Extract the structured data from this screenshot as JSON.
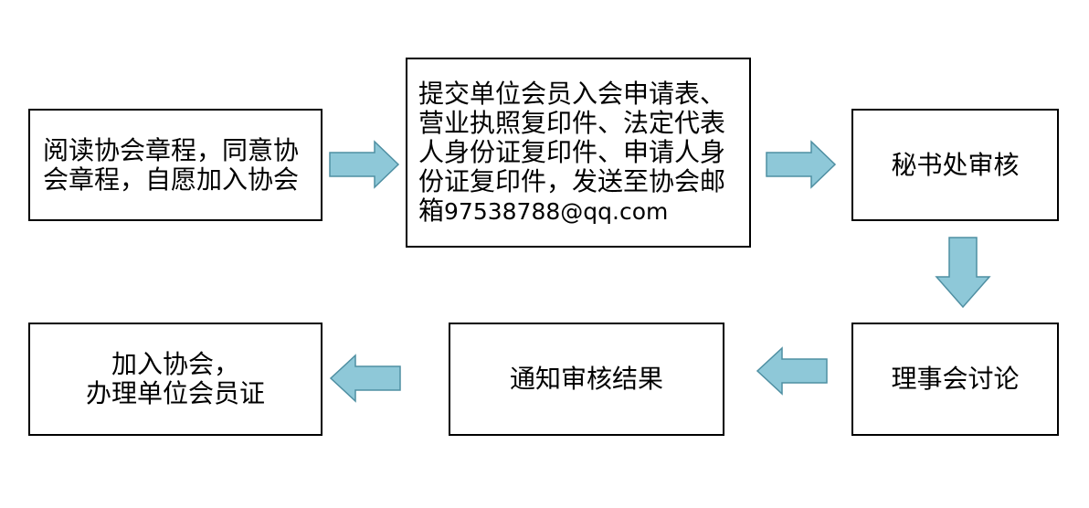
{
  "diagram": {
    "title": "",
    "accent_color": "#8ec8d8",
    "arrow_stroke_color": "#4f8fa2",
    "steps": [
      {
        "id": "step1",
        "text": "阅读协会章程，同意协\n会章程，自愿加入协会"
      },
      {
        "id": "step2",
        "text_prefix": "提交单位会员入会申请表、\n营业执照复印件、法定代表\n人身份证复印件、申请人身\n份证复印件，发送至协会邮\n箱",
        "email": "97538788@qq.com"
      },
      {
        "id": "step3",
        "text": "秘书处审核"
      },
      {
        "id": "step4",
        "text": "理事会讨论"
      },
      {
        "id": "step5",
        "text": "通知审核结果"
      },
      {
        "id": "step6",
        "text": "加入协会，\n 办理单位会员证"
      }
    ],
    "connections": [
      {
        "from": "step1",
        "to": "step2",
        "direction": "right"
      },
      {
        "from": "step2",
        "to": "step3",
        "direction": "right"
      },
      {
        "from": "step3",
        "to": "step4",
        "direction": "down"
      },
      {
        "from": "step4",
        "to": "step5",
        "direction": "left"
      },
      {
        "from": "step5",
        "to": "step6",
        "direction": "left"
      }
    ]
  }
}
